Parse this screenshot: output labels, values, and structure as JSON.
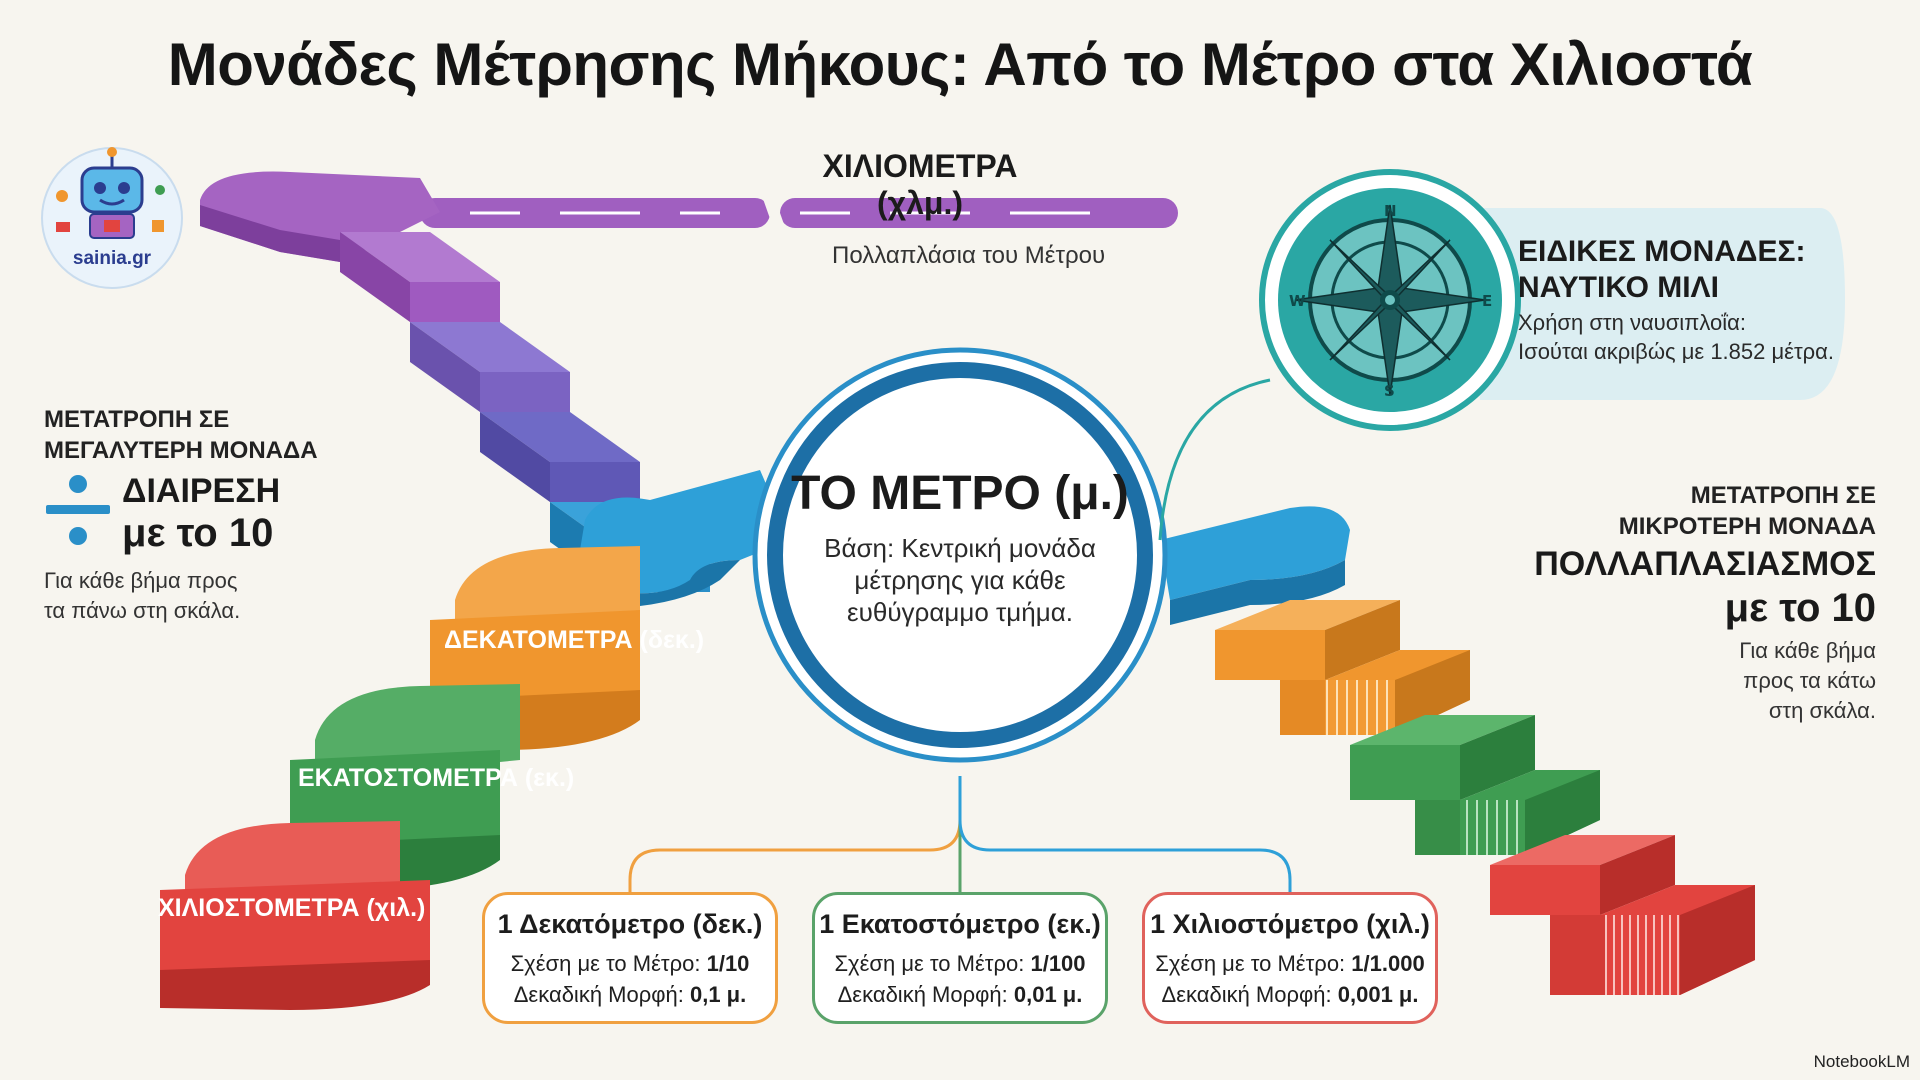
{
  "title": "Μονάδες Μέτρησης Μήκους: Από το Μέτρο στα Χιλιοστά",
  "logo": {
    "text": "sainia.gr"
  },
  "kilometres": {
    "label": "ΧΙΛΙΟΜΕΤΡΑ (χλμ.)",
    "subtitle": "Πολλαπλάσια του Μέτρου"
  },
  "metre": {
    "title": "ΤΟ ΜΕΤΡΟ (μ.)",
    "desc_line1": "Βάση: Κεντρική μονάδα",
    "desc_line2": "μέτρησης για κάθε",
    "desc_line3": "ευθύγραμμο τμήμα."
  },
  "left_rule": {
    "head_line1": "ΜΕΤΑΤΡΟΠΗ ΣΕ",
    "head_line2": "ΜΕΓΑΛΥΤΕΡΗ ΜΟΝΑΔΑ",
    "op_line1": "ΔΙΑΙΡΕΣΗ",
    "op_line2": "με το 10",
    "desc_line1": "Για κάθε βήμα προς",
    "desc_line2": "τα πάνω στη σκάλα."
  },
  "right_rule": {
    "head_line1": "ΜΕΤΑΤΡΟΠΗ ΣΕ",
    "head_line2": "ΜΙΚΡΟΤΕΡΗ ΜΟΝΑΔΑ",
    "op_line1": "ΠΟΛΛΑΠΛΑΣΙΑΣΜΟΣ",
    "op_line2": "με το 10",
    "desc_line1": "Για κάθε βήμα",
    "desc_line2": "προς τα κάτω",
    "desc_line3": "στη σκάλα."
  },
  "nautical": {
    "title_line1": "ΕΙΔΙΚΕΣ ΜΟΝΑΔΕΣ:",
    "title_line2": "ΝΑΥΤΙΚΟ ΜΙΛΙ",
    "desc_line1": "Χρήση στη ναυσιπλοΐα:",
    "desc_line2": "Ισούται ακριβώς με 1.852 μέτρα.",
    "compass": {
      "n": "N",
      "e": "E",
      "s": "S",
      "w": "W"
    }
  },
  "steps": {
    "decametre": "ΔΕΚΑΤΟΜΕΤΡΑ (δεκ.)",
    "centimetre": "ΕΚΑΤΟΣΤΟΜΕΤΡΑ (εκ.)",
    "millimetre": "ΧΙΛΙΟΣΤΟΜΕΤΡΑ (χιλ.)"
  },
  "cards": [
    {
      "title": "1 Δεκατόμετρο (δεκ.)",
      "rel_label": "Σχέση με το Μέτρο:",
      "rel_value": "1/10",
      "dec_label": "Δεκαδική Μορφή:",
      "dec_value": "0,1 μ.",
      "color": "#f0a040"
    },
    {
      "title": "1 Εκατοστόμετρο (εκ.)",
      "rel_label": "Σχέση με το Μέτρο:",
      "rel_value": "1/100",
      "dec_label": "Δεκαδική Μορφή:",
      "dec_value": "0,01 μ.",
      "color": "#5aa36a"
    },
    {
      "title": "1 Χιλιοστόμετρο (χιλ.)",
      "rel_label": "Σχέση με το Μέτρο:",
      "rel_value": "1/1.000",
      "dec_label": "Δεκαδική Μορφή:",
      "dec_value": "0,001 μ.",
      "color": "#e0625c"
    }
  ],
  "colors": {
    "purple": "#a564c2",
    "violet": "#8467c4",
    "blue": "#2ea0d8",
    "orange": "#f0962e",
    "green": "#3f9d52",
    "red": "#e2443f",
    "teal": "#2aa7a4"
  },
  "brand": "NotebookLM"
}
